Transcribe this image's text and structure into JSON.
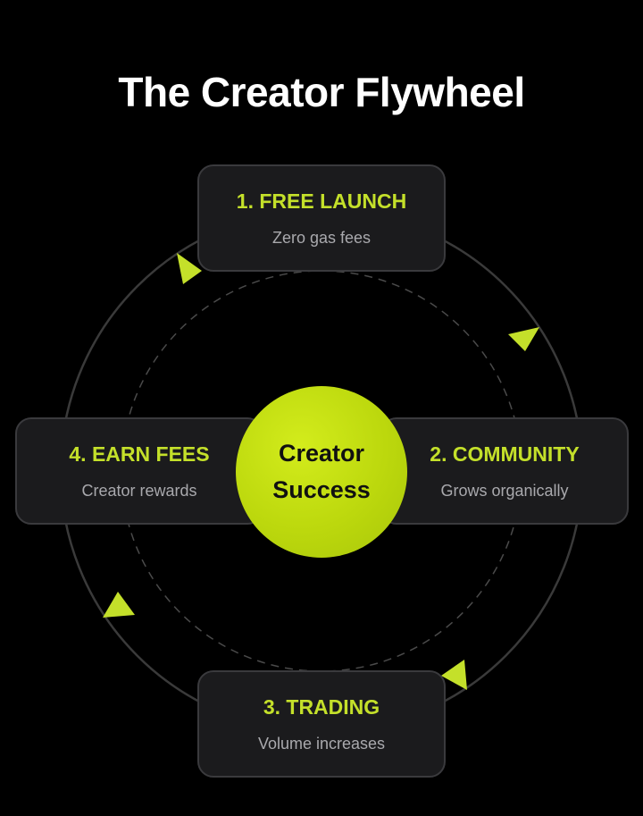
{
  "title": "The Creator Flywheel",
  "center": {
    "line1": "Creator",
    "line2": "Success"
  },
  "steps": [
    {
      "title": "1. FREE LAUNCH",
      "subtitle": "Zero gas fees"
    },
    {
      "title": "2. COMMUNITY",
      "subtitle": "Grows organically"
    },
    {
      "title": "3. TRADING",
      "subtitle": "Volume increases"
    },
    {
      "title": "4. EARN FEES",
      "subtitle": "Creator rewards"
    }
  ],
  "colors": {
    "accent": "#c4e02a",
    "background": "#000000",
    "card": "#1b1b1d",
    "card_border": "#3a3a3d",
    "ring": "#3a3a3a",
    "subtitle": "#a9a9ad"
  },
  "icons": {
    "direction_arrows": "triangle-arrow-icon"
  }
}
